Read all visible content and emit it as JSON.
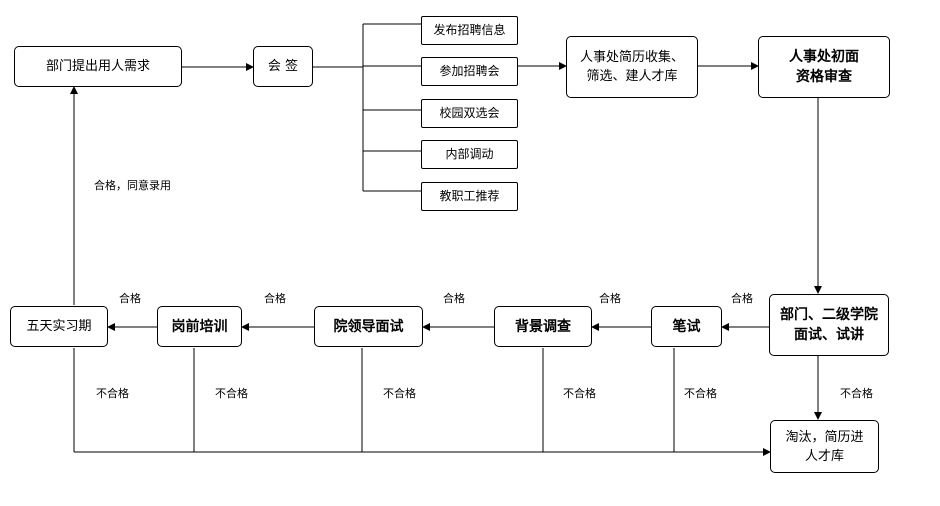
{
  "nodes": {
    "dept_request": "部门提出用人需求",
    "countersign": "会 签",
    "channel_publish": "发布招聘信息",
    "channel_fair": "参加招聘会",
    "channel_campus": "校园双选会",
    "channel_transfer": "内部调动",
    "channel_referral": "教职工推荐",
    "hr_collect": "人事处简历收集、筛选、建人才库",
    "hr_review": "人事处初面资格审查",
    "dept_interview": "部门、二级学院面试、试讲",
    "written_test": "笔试",
    "background_check": "背景调查",
    "leader_interview": "院领导面试",
    "pre_job_training": "岗前培训",
    "internship": "五天实习期",
    "eliminated": "淘汰，简历进人才库"
  },
  "labels": {
    "qualified_hire": "合格，同意录用",
    "pass": "合格",
    "fail": "不合格"
  }
}
